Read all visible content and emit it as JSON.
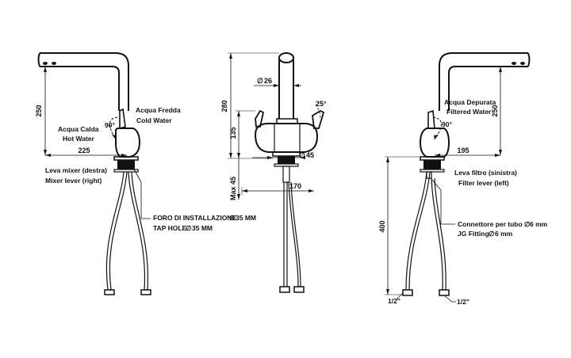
{
  "colors": {
    "line": "#111111",
    "background": "#ffffff"
  },
  "left_view": {
    "dim_height": "250",
    "dim_width": "225",
    "angle": "90°",
    "cold_label_it": "Acqua Fredda",
    "cold_label_en": "Cold Water",
    "hot_label_it": "Acqua Calda",
    "hot_label_en": "Hot Water",
    "lever_it": "Leva mixer (destra)",
    "lever_en": "Mixer lever (right)",
    "hole_it": "FORO DI INSTALLAZIONE",
    "hole_it_dim": "35 MM",
    "hole_en": "TAP HOLE",
    "hole_en_dim": "35 MM"
  },
  "center_view": {
    "dim_spout_dia": "26",
    "dim_height": "280",
    "dim_body": "135",
    "angle": "25°",
    "dim_base_dia": "45",
    "dim_max": "Max 45",
    "dim_width": "170"
  },
  "right_view": {
    "dim_height": "250",
    "dim_width": "195",
    "angle": "90°",
    "filtered_it": "Acqua Depurata",
    "filtered_en": "Filtered Water",
    "lever_it": "Leva filtro (sinistra)",
    "lever_en": "Filter lever (left)",
    "fitting_it": "Connettore per tubo",
    "fitting_it_dim": "6 mm",
    "fitting_en": "JG Fitting",
    "fitting_en_dim": "6 mm",
    "dim_hose": "400",
    "thread_left": "1/2\"",
    "thread_right": "1/2\""
  }
}
